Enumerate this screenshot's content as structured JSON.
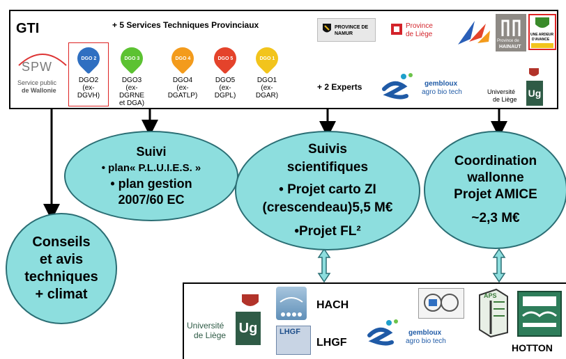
{
  "top": {
    "title": "GTI",
    "services_heading": "+ 5 Services Techniques Provinciaux",
    "experts_label": "+ 2 Experts",
    "spw": {
      "abbr": "SPW",
      "line1": "Service public",
      "line2": "de Wallonie"
    },
    "dgos": [
      {
        "badge": "DGO 2",
        "l1": "DGO2",
        "l2": "(ex-DGVH)",
        "l3": "",
        "color": "#2f6fc1"
      },
      {
        "badge": "DGO 3",
        "l1": "DGO3",
        "l2": "(ex-DGRNE",
        "l3": "et DGA)",
        "color": "#5cc232"
      },
      {
        "badge": "DGO 4",
        "l1": "DGO4",
        "l2": "(ex-DGATLP)",
        "l3": "",
        "color": "#f39b1c"
      },
      {
        "badge": "DGO 5",
        "l1": "DGO5",
        "l2": "(ex-DGPL)",
        "l3": "",
        "color": "#e4432b"
      },
      {
        "badge": "DGO 1",
        "l1": "DGO1",
        "l2": "(ex-DGAR)",
        "l3": "",
        "color": "#f2c41c"
      }
    ],
    "provinces": {
      "namur": "PROVINCE DE NAMUR",
      "liege_l1": "Province",
      "liege_l2": "de Liège",
      "hainaut_l1": "Province de",
      "hainaut_l2": "HAINAUT",
      "avance_l1": "UNE ARDEUR",
      "avance_l2": "D'AVANCE"
    },
    "gembloux": {
      "l1": "gembloux",
      "l2": "agro bio tech"
    },
    "ulg": {
      "l1": "Université",
      "l2": "de Liège"
    }
  },
  "nodes": {
    "suivi": {
      "title": "Suivi",
      "item1": "• plan« P.L.U.I.E.S. »",
      "item2": "• plan gestion",
      "item3": "2007/60 EC"
    },
    "scientifiques": {
      "title1": "Suivis",
      "title2": "scientifiques",
      "item1": "• Projet carto ZI",
      "item2": "(crescendeau)5,5 M€",
      "item3": "•Projet FL²"
    },
    "coordination": {
      "l1": "Coordination",
      "l2": "wallonne",
      "l3": "Projet AMICE",
      "l4": "~2,3 M€"
    },
    "conseils": {
      "l1": "Conseils",
      "l2": "et avis",
      "l3": "techniques",
      "l4": "+ climat"
    }
  },
  "bottom": {
    "ulg_l1": "Université",
    "ulg_l2": "de Liège",
    "hach": "HACH",
    "lhgf": "LHGF",
    "gembloux_l1": "gembloux",
    "gembloux_l2": "agro bio tech",
    "hotton": "HOTTON"
  }
}
